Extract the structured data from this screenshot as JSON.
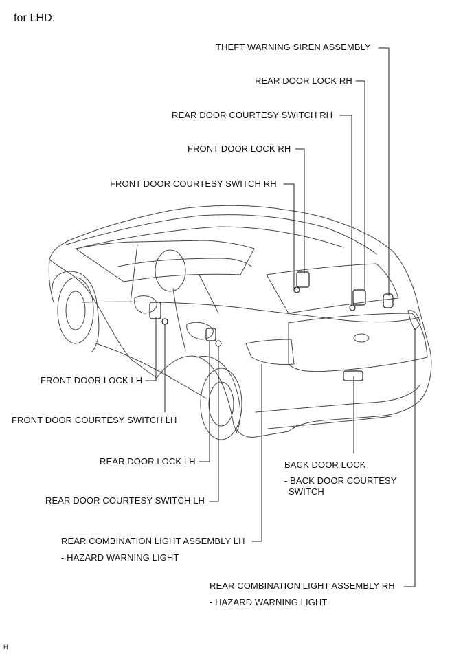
{
  "header": {
    "title": "for LHD:"
  },
  "figure_code": "H",
  "labels": {
    "theft_warning_siren": "THEFT WARNING SIREN ASSEMBLY",
    "rear_door_lock_rh": "REAR DOOR LOCK RH",
    "rear_door_courtesy_rh": "REAR DOOR COURTESY SWITCH RH",
    "front_door_lock_rh": "FRONT DOOR LOCK RH",
    "front_door_courtesy_rh": "FRONT DOOR COURTESY SWITCH RH",
    "front_door_lock_lh": "FRONT DOOR LOCK LH",
    "front_door_courtesy_lh": "FRONT DOOR COURTESY SWITCH LH",
    "rear_door_lock_lh": "REAR DOOR LOCK LH",
    "rear_door_courtesy_lh": "REAR DOOR COURTESY SWITCH LH",
    "rear_combo_lh": "REAR COMBINATION LIGHT ASSEMBLY LH",
    "rear_combo_lh_sub": "- HAZARD WARNING LIGHT",
    "back_door_lock": "BACK DOOR LOCK",
    "back_door_courtesy_1": "- BACK DOOR COURTESY",
    "back_door_courtesy_2": "SWITCH",
    "rear_combo_rh": "REAR COMBINATION LIGHT ASSEMBLY RH",
    "rear_combo_rh_sub": "- HAZARD WARNING LIGHT"
  },
  "colors": {
    "line": "#222222",
    "car_outline": "#444444",
    "background": "#ffffff"
  }
}
